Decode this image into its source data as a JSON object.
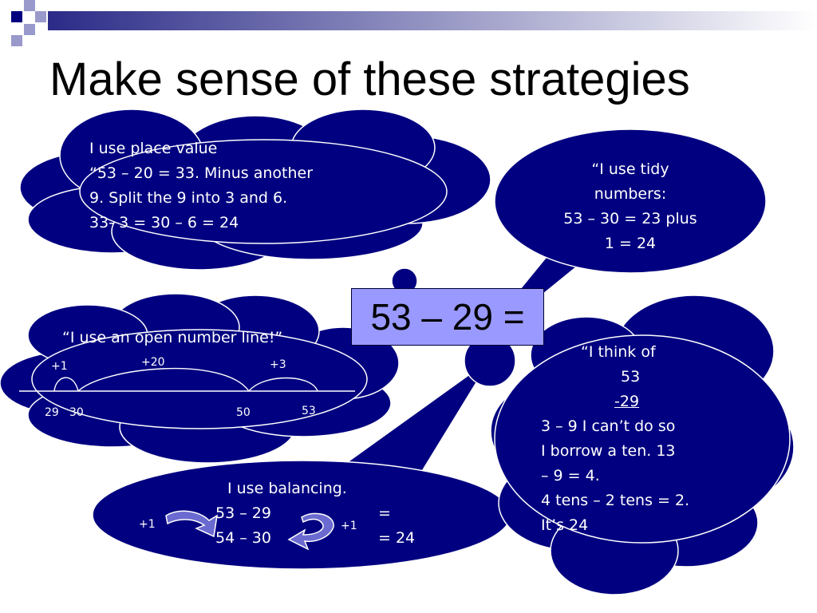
{
  "slide": {
    "title": "Make sense of these strategies",
    "problem": "53 – 29 ="
  },
  "colors": {
    "cloud": "#000080",
    "text": "#ffffff",
    "problem_box": "#9999ff",
    "gradient_start": "#2b2b88",
    "gradient_end": "#ffffff"
  },
  "bubbles": {
    "place_value": {
      "lines": [
        "I use place value",
        "“53 – 20 = 33.  Minus another",
        "9. Split the 9 into 3 and 6.",
        "33- 3 = 30 – 6 = 24"
      ]
    },
    "tidy_numbers": {
      "lines": [
        "“I use tidy",
        "numbers:",
        "53 – 30 = 23 plus",
        "1 = 24"
      ]
    },
    "number_line": {
      "caption": "“I use an open number line!”",
      "jumps": [
        "+1",
        "+20",
        "+3"
      ],
      "ticks": [
        "29",
        "30",
        "50",
        "53"
      ]
    },
    "balancing": {
      "heading": "I use balancing.",
      "row1": "53 – 29",
      "row2": "54 – 30",
      "eq1": "=",
      "eq2": "= 24",
      "left_adjust": "+1",
      "right_adjust": "+1"
    },
    "think_of": {
      "lines": [
        "“I think of",
        "53"
      ],
      "underlined": "-29",
      "steps": [
        "3 – 9 I can’t do so",
        "I borrow a ten.  13",
        "– 9 = 4.",
        "4 tens – 2 tens = 2.",
        "It’s 24"
      ]
    }
  }
}
